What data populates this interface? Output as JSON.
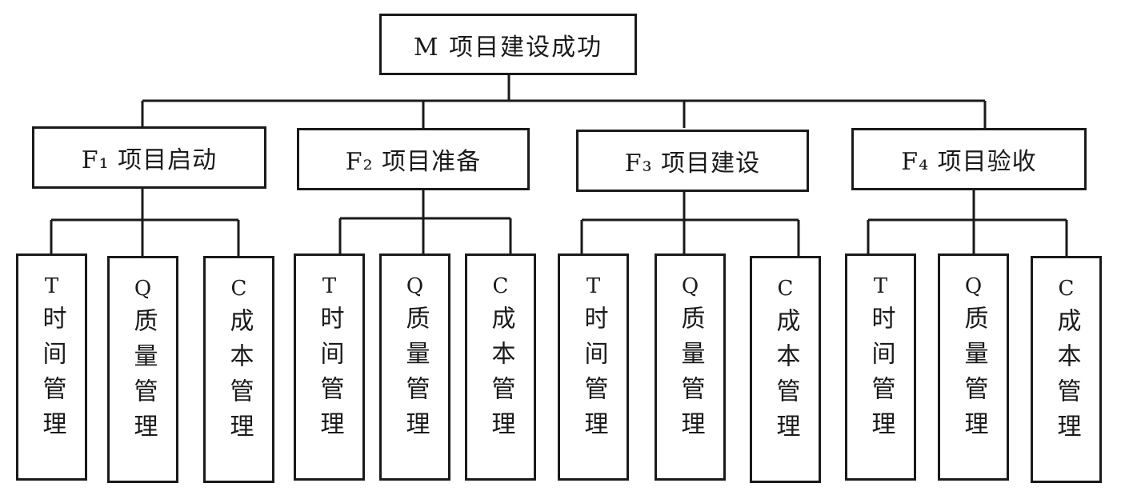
{
  "root": {
    "label": "M 项目建设成功"
  },
  "phases": [
    {
      "label": "F₁ 项目启动",
      "leaves": [
        {
          "code": "T",
          "name": "时间管理"
        },
        {
          "code": "Q",
          "name": "质量管理"
        },
        {
          "code": "C",
          "name": "成本管理"
        }
      ]
    },
    {
      "label": "F₂ 项目准备",
      "leaves": [
        {
          "code": "T",
          "name": "时间管理"
        },
        {
          "code": "Q",
          "name": "质量管理"
        },
        {
          "code": "C",
          "name": "成本管理"
        }
      ]
    },
    {
      "label": "F₃ 项目建设",
      "leaves": [
        {
          "code": "T",
          "name": "时间管理"
        },
        {
          "code": "Q",
          "name": "质量管理"
        },
        {
          "code": "C",
          "name": "成本管理"
        }
      ]
    },
    {
      "label": "F₄ 项目验收",
      "leaves": [
        {
          "code": "T",
          "name": "时间管理"
        },
        {
          "code": "Q",
          "name": "质量管理"
        },
        {
          "code": "C",
          "name": "成本管理"
        }
      ]
    }
  ],
  "colors": {
    "line": "#1a1a1a",
    "background": "#ffffff"
  }
}
